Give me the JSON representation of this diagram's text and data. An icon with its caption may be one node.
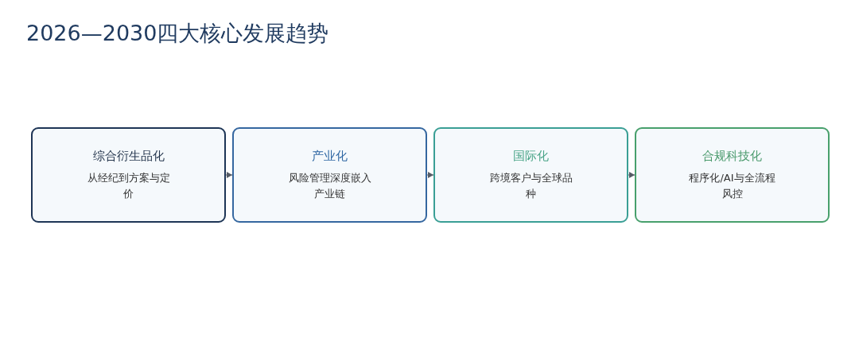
{
  "diagram": {
    "title": "2026—2030四大核心发展趋势",
    "nodes": [
      {
        "text": [
          "综合衍生品化",
          "从经纪到方案与定价"
        ]
      },
      {
        "text": [
          "产业化",
          "风险管理深度嵌入产业链"
        ]
      },
      {
        "text": [
          "国际化",
          "跨境客户与全球品种"
        ]
      },
      {
        "text": [
          "合规科技化",
          "程序化/AI与全流程风控"
        ]
      }
    ],
    "edges": [
      {
        "from": 0,
        "to": 1,
        "arrow": "to"
      },
      {
        "from": 1,
        "to": 2,
        "arrow": "to"
      },
      {
        "from": 2,
        "to": 3,
        "arrow": "to"
      }
    ]
  }
}
